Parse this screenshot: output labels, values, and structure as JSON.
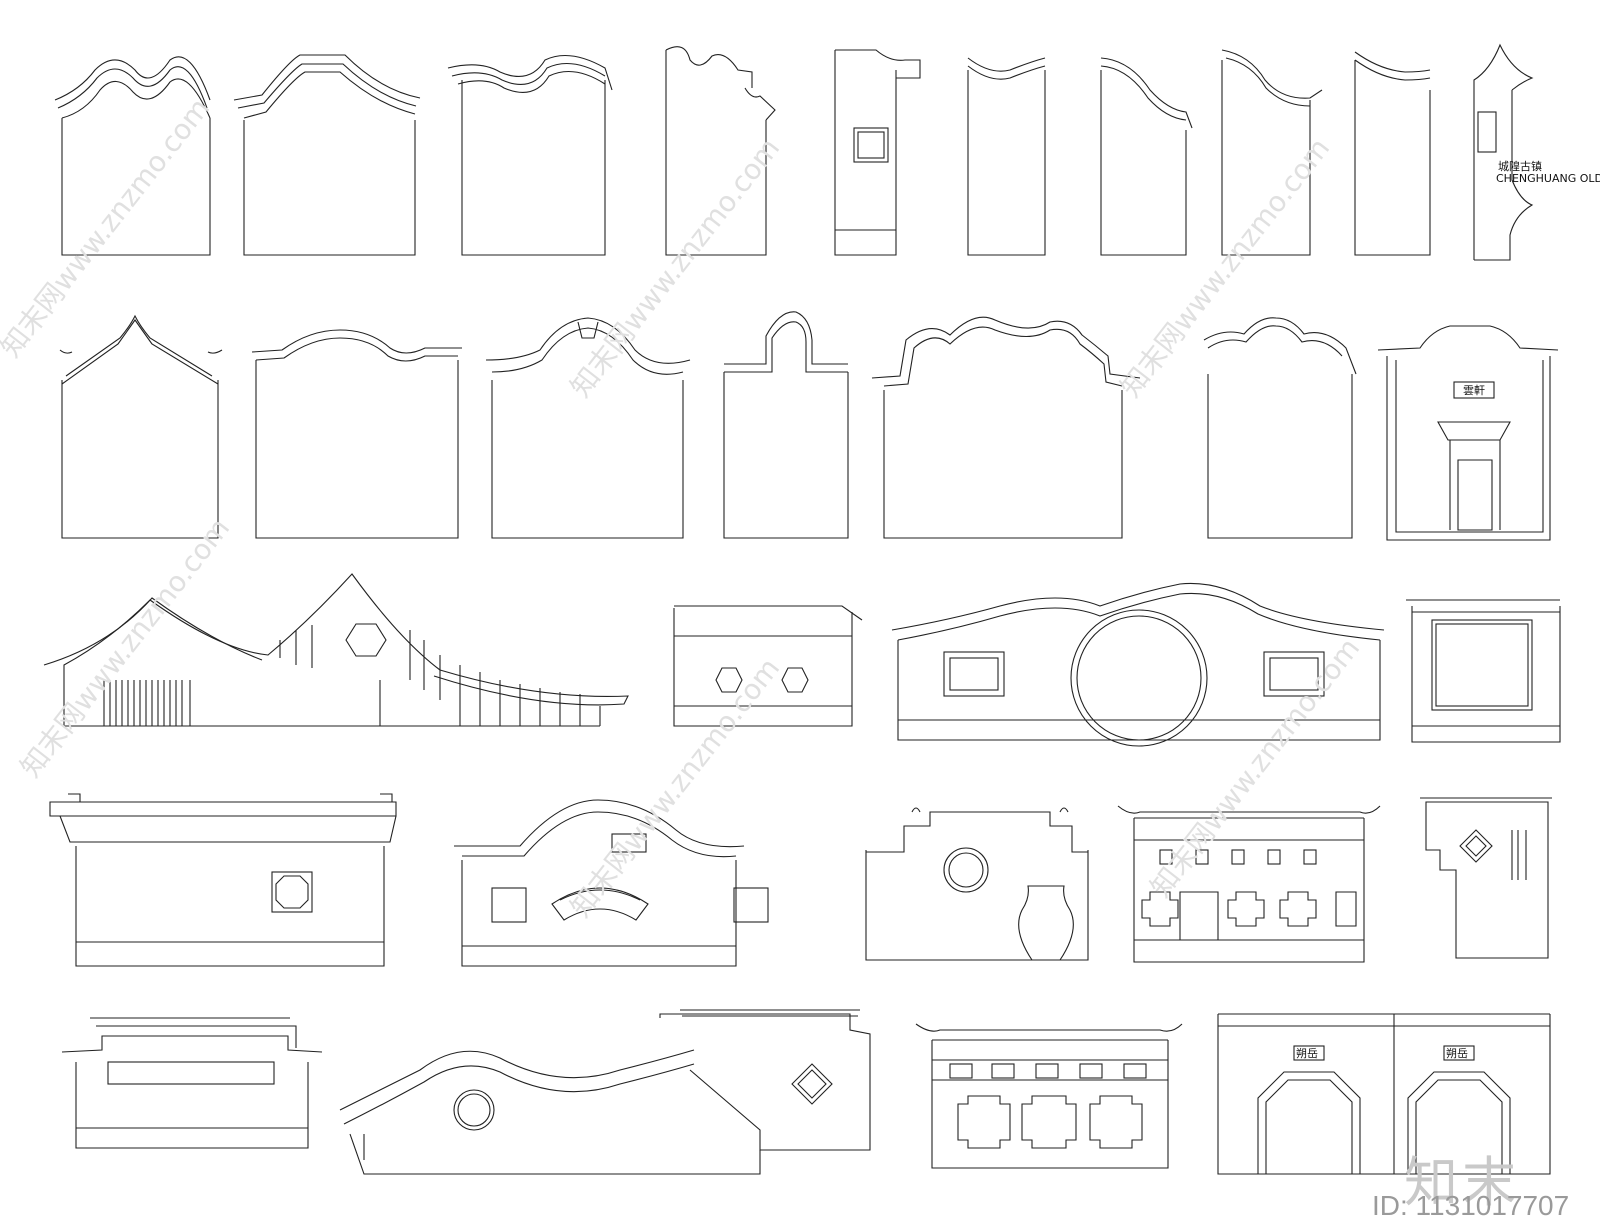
{
  "sheet": {
    "brand_text": "知末",
    "id_text": "ID: 1131017707",
    "watermark_text": "知末网www.znzmo.com",
    "colors": {
      "line": "#222222",
      "watermark": "#e0e0e0",
      "brand": "#c9c9c9",
      "background": "#ffffff"
    }
  },
  "labels": {
    "sign_vertical_large": "城隍古镇",
    "sign_vertical_small": "CHENGHUANG OLD TOWN",
    "plaque_row2": "雲軒",
    "plaque_gate_left": "朔岳",
    "plaque_gate_right": "朔岳"
  },
  "elements": [
    {
      "name": "wall-r1-1",
      "kind": "double-arch-wall"
    },
    {
      "name": "wall-r1-2",
      "kind": "wave-top-wall"
    },
    {
      "name": "wall-r1-3",
      "kind": "wave-top-wall"
    },
    {
      "name": "wall-r1-4",
      "kind": "stepped-cloud-wall"
    },
    {
      "name": "wall-r1-5",
      "kind": "narrow-wall-window"
    },
    {
      "name": "wall-r1-6",
      "kind": "narrow-wave-wall"
    },
    {
      "name": "wall-r1-7",
      "kind": "narrow-step-wall"
    },
    {
      "name": "wall-r1-8",
      "kind": "narrow-curve-wall"
    },
    {
      "name": "wall-r1-9",
      "kind": "narrow-curve-wall"
    },
    {
      "name": "wall-r1-10",
      "kind": "sign-wall"
    },
    {
      "name": "wall-r2-1",
      "kind": "peak-roof-wall"
    },
    {
      "name": "wall-r2-2",
      "kind": "wave-top-wall"
    },
    {
      "name": "wall-r2-3",
      "kind": "arch-wall"
    },
    {
      "name": "wall-r2-4",
      "kind": "small-arch-wall"
    },
    {
      "name": "wall-r2-5",
      "kind": "cloud-top-wall"
    },
    {
      "name": "wall-r2-6",
      "kind": "cloud-top-wall"
    },
    {
      "name": "wall-r2-7",
      "kind": "gate-wall"
    },
    {
      "name": "wall-r3-1",
      "kind": "sweeping-roof-wall"
    },
    {
      "name": "wall-r3-2",
      "kind": "hexagon-window-wall"
    },
    {
      "name": "wall-r3-3",
      "kind": "moon-gate-wall"
    },
    {
      "name": "wall-r3-4",
      "kind": "panel-wall"
    },
    {
      "name": "wall-r4-1",
      "kind": "tiled-roof-wall"
    },
    {
      "name": "wall-r4-2",
      "kind": "fan-window-wall"
    },
    {
      "name": "wall-r4-3",
      "kind": "vase-door-wall"
    },
    {
      "name": "wall-r4-4",
      "kind": "lattice-wall"
    },
    {
      "name": "wall-r4-5",
      "kind": "diamond-window-wall"
    },
    {
      "name": "wall-r5-1",
      "kind": "panel-wall"
    },
    {
      "name": "wall-r5-2",
      "kind": "dragon-wave-wall"
    },
    {
      "name": "wall-r5-3",
      "kind": "lattice-window-wall"
    },
    {
      "name": "wall-r5-4",
      "kind": "octagon-gate-wall"
    }
  ]
}
